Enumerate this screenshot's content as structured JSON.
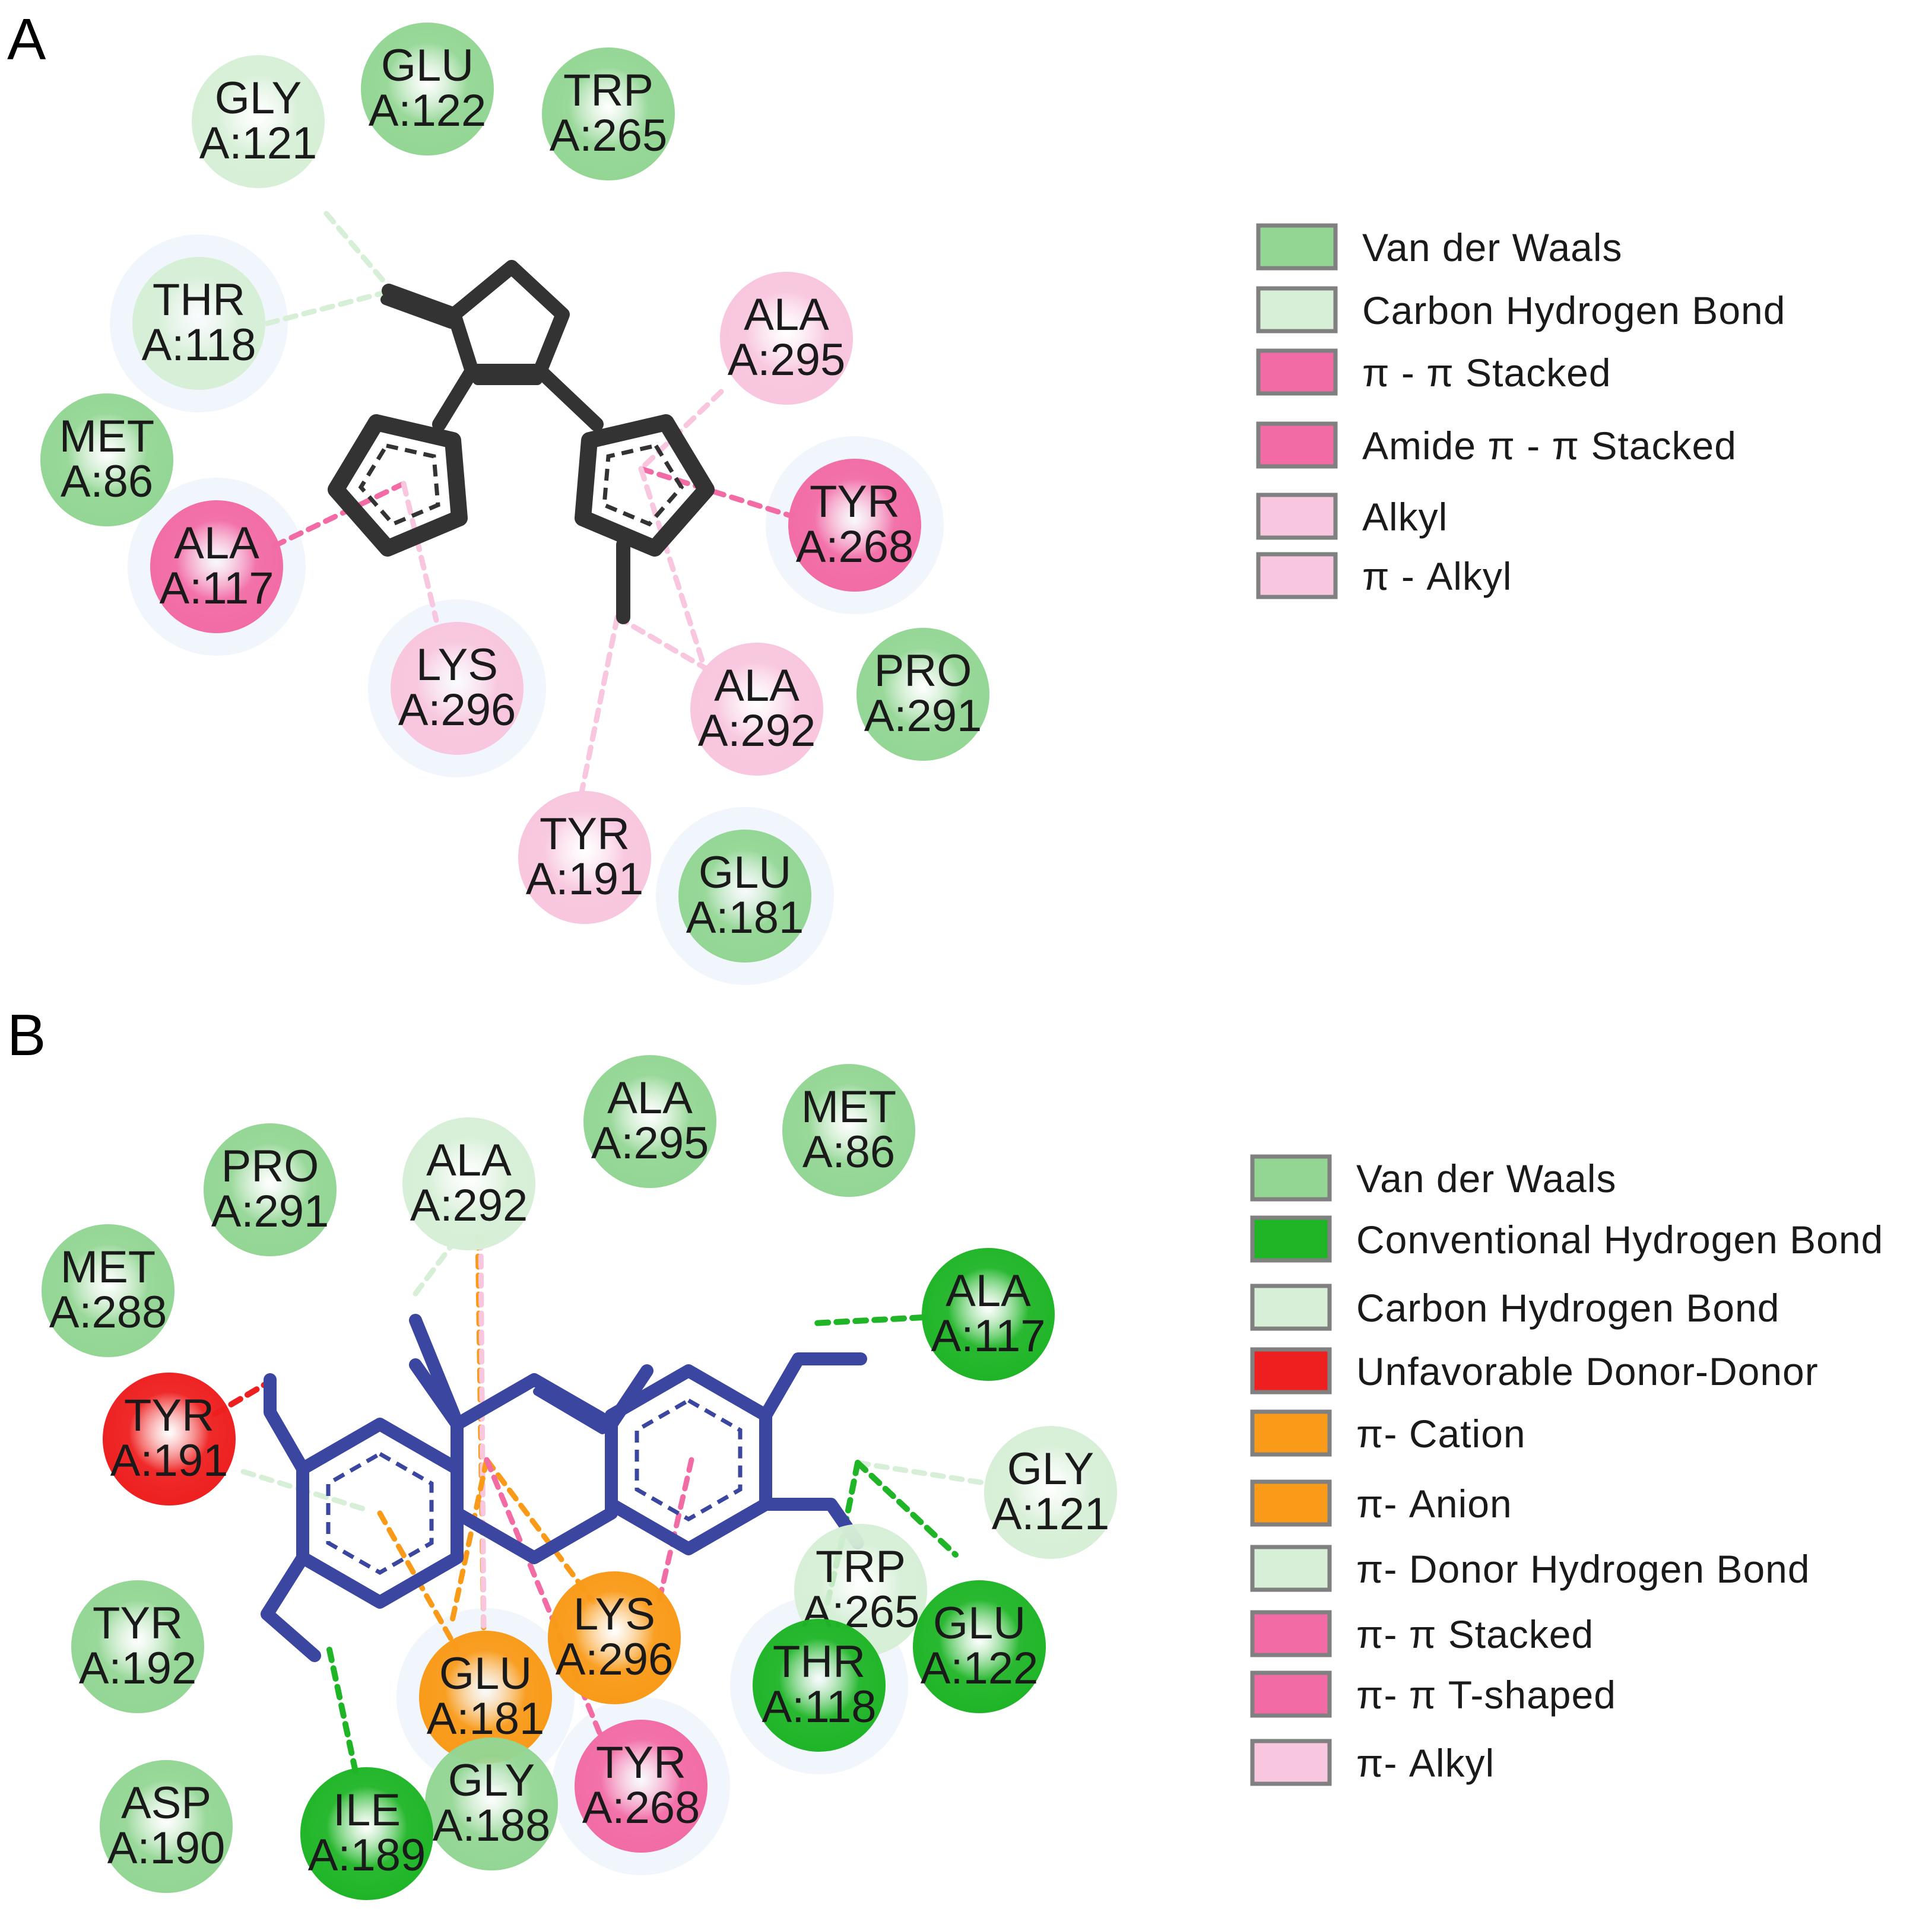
{
  "colors": {
    "van_der_waals": "#93d694",
    "conventional_h_bond": "#1fb527",
    "carbon_h_bond": "#d6efd6",
    "unfavorable_donor_donor": "#ee1f1f",
    "pi_cation": "#f99a18",
    "pi_anion": "#f99a18",
    "pi_donor_h_bond": "#d6efd6",
    "pi_pi_stacked": "#f26ba5",
    "pi_pi_t_shaped": "#f26ba5",
    "amide_pi_stacked": "#f26ba5",
    "alkyl": "#f8c6de",
    "pi_alkyl": "#f8c6de",
    "ligand_a": "#333333",
    "ligand_b": "#3a46a0"
  },
  "panels": [
    {
      "label": "A",
      "residues": [
        {
          "name": "GLY",
          "id": "A:121",
          "type": "carbon_h_bond"
        },
        {
          "name": "GLU",
          "id": "A:122",
          "type": "van_der_waals"
        },
        {
          "name": "TRP",
          "id": "A:265",
          "type": "van_der_waals"
        },
        {
          "name": "THR",
          "id": "A:118",
          "type": "carbon_h_bond"
        },
        {
          "name": "MET",
          "id": "A:86",
          "type": "van_der_waals"
        },
        {
          "name": "ALA",
          "id": "A:117",
          "type": "pi_pi_stacked"
        },
        {
          "name": "LYS",
          "id": "A:296",
          "type": "pi_alkyl"
        },
        {
          "name": "ALA",
          "id": "A:295",
          "type": "alkyl"
        },
        {
          "name": "TYR",
          "id": "A:268",
          "type": "pi_pi_stacked"
        },
        {
          "name": "ALA",
          "id": "A:292",
          "type": "alkyl"
        },
        {
          "name": "PRO",
          "id": "A:291",
          "type": "van_der_waals"
        },
        {
          "name": "TYR",
          "id": "A:191",
          "type": "alkyl"
        },
        {
          "name": "GLU",
          "id": "A:181",
          "type": "van_der_waals"
        }
      ],
      "legend": [
        {
          "label": "Van der Waals",
          "type": "van_der_waals"
        },
        {
          "label": "Carbon Hydrogen Bond",
          "type": "carbon_h_bond"
        },
        {
          "label": "π - π Stacked",
          "type": "pi_pi_stacked"
        },
        {
          "label": "Amide π - π Stacked",
          "type": "amide_pi_stacked"
        },
        {
          "label": "Alkyl",
          "type": "alkyl"
        },
        {
          "label": "π - Alkyl",
          "type": "pi_alkyl"
        }
      ]
    },
    {
      "label": "B",
      "residues": [
        {
          "name": "PRO",
          "id": "A:291",
          "type": "van_der_waals"
        },
        {
          "name": "ALA",
          "id": "A:292",
          "type": "carbon_h_bond"
        },
        {
          "name": "ALA",
          "id": "A:295",
          "type": "van_der_waals"
        },
        {
          "name": "MET",
          "id": "A:86",
          "type": "van_der_waals"
        },
        {
          "name": "MET",
          "id": "A:288",
          "type": "van_der_waals"
        },
        {
          "name": "ALA",
          "id": "A:117",
          "type": "conventional_h_bond"
        },
        {
          "name": "TYR",
          "id": "A:191",
          "type": "unfavorable_donor_donor"
        },
        {
          "name": "GLY",
          "id": "A:121",
          "type": "carbon_h_bond"
        },
        {
          "name": "TYR",
          "id": "A:192",
          "type": "van_der_waals"
        },
        {
          "name": "TRP",
          "id": "A:265",
          "type": "pi_donor_h_bond"
        },
        {
          "name": "GLU",
          "id": "A:122",
          "type": "conventional_h_bond"
        },
        {
          "name": "THR",
          "id": "A:118",
          "type": "conventional_h_bond"
        },
        {
          "name": "LYS",
          "id": "A:296",
          "type": "pi_cation"
        },
        {
          "name": "GLU",
          "id": "A:181",
          "type": "pi_anion"
        },
        {
          "name": "GLY",
          "id": "A:188",
          "type": "van_der_waals"
        },
        {
          "name": "TYR",
          "id": "A:268",
          "type": "pi_pi_t_shaped"
        },
        {
          "name": "ASP",
          "id": "A:190",
          "type": "van_der_waals"
        },
        {
          "name": "ILE",
          "id": "A:189",
          "type": "conventional_h_bond"
        }
      ],
      "legend": [
        {
          "label": "Van der Waals",
          "type": "van_der_waals"
        },
        {
          "label": "Conventional Hydrogen Bond",
          "type": "conventional_h_bond"
        },
        {
          "label": "Carbon Hydrogen Bond",
          "type": "carbon_h_bond"
        },
        {
          "label": "Unfavorable Donor-Donor",
          "type": "unfavorable_donor_donor"
        },
        {
          "label": "π- Cation",
          "type": "pi_cation"
        },
        {
          "label": "π- Anion",
          "type": "pi_anion"
        },
        {
          "label": "π- Donor Hydrogen Bond",
          "type": "pi_donor_h_bond"
        },
        {
          "label": "π- π Stacked",
          "type": "pi_pi_stacked"
        },
        {
          "label": "π- π T-shaped",
          "type": "pi_pi_t_shaped"
        },
        {
          "label": "π- Alkyl",
          "type": "pi_alkyl"
        }
      ]
    }
  ]
}
